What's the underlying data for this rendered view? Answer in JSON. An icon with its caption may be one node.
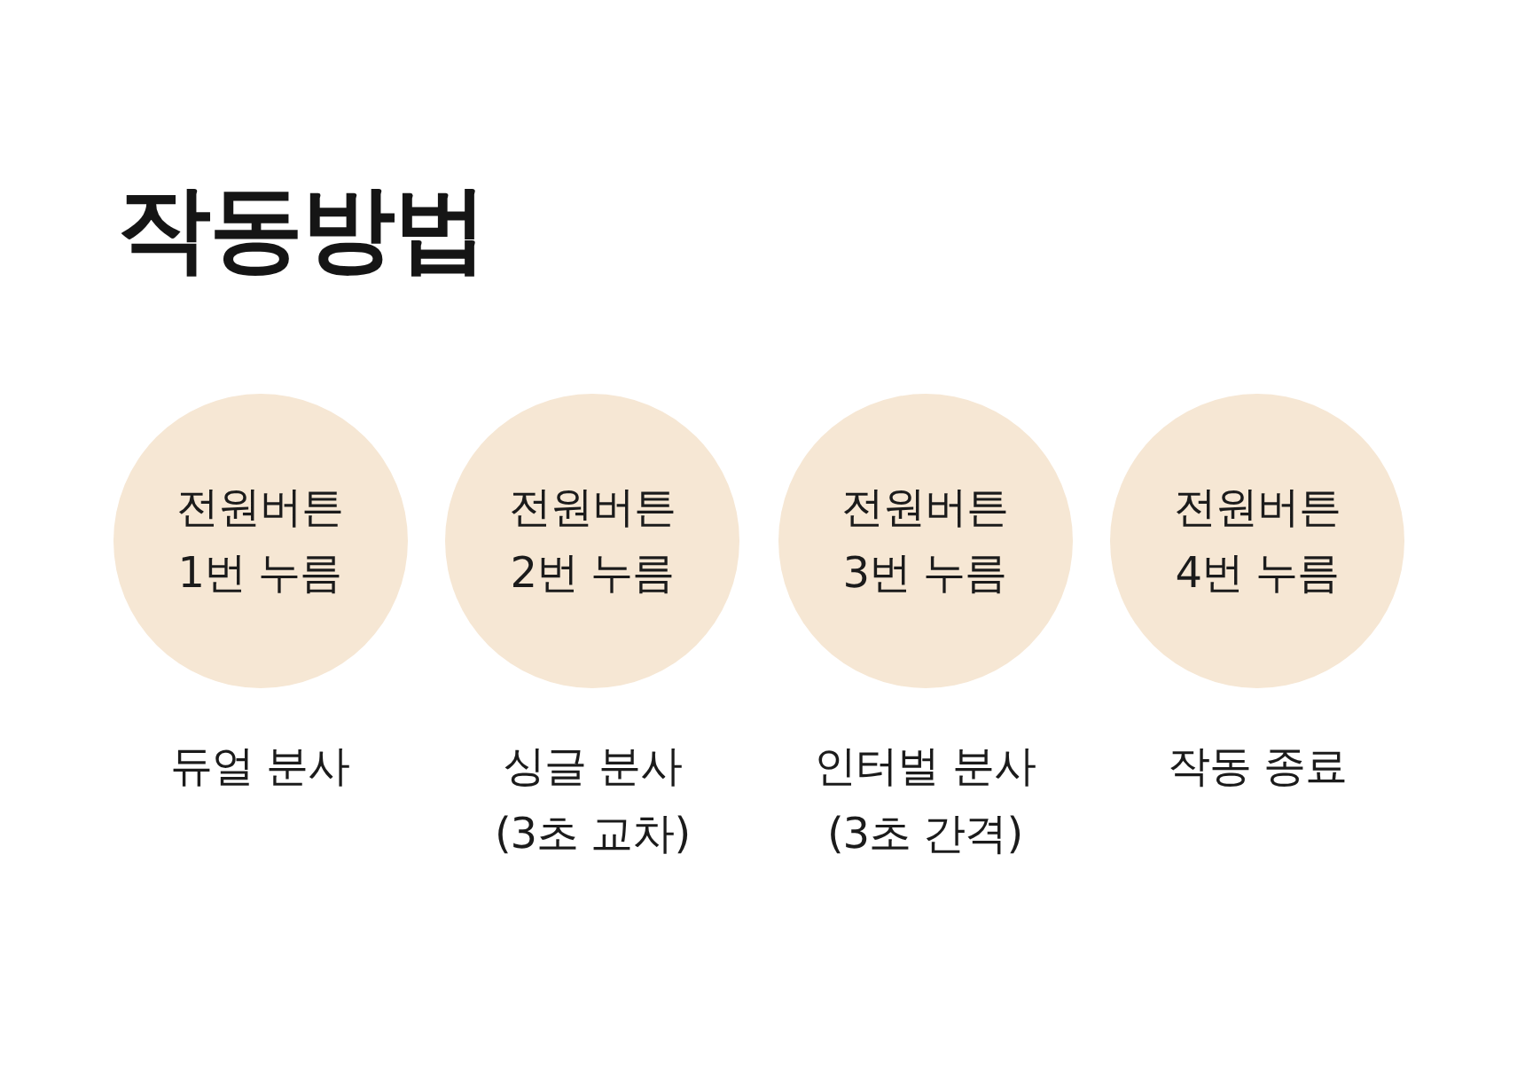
{
  "diagram": {
    "title": "작동방법",
    "nodes": [
      {
        "text": [
          "전원버튼 1번 누름"
        ],
        "beside": [
          "듀얼 분사"
        ]
      },
      {
        "text": [
          "전원버튼 2번 누름"
        ],
        "beside": [
          "싱글 분사 (3초 교차)"
        ]
      },
      {
        "text": [
          "전원버튼 3번 누름"
        ],
        "beside": [
          "인터벌 분사 (3초 간격)"
        ]
      },
      {
        "text": [
          "전원버튼 4번 누름"
        ],
        "beside": [
          "작동 종료"
        ]
      }
    ]
  }
}
